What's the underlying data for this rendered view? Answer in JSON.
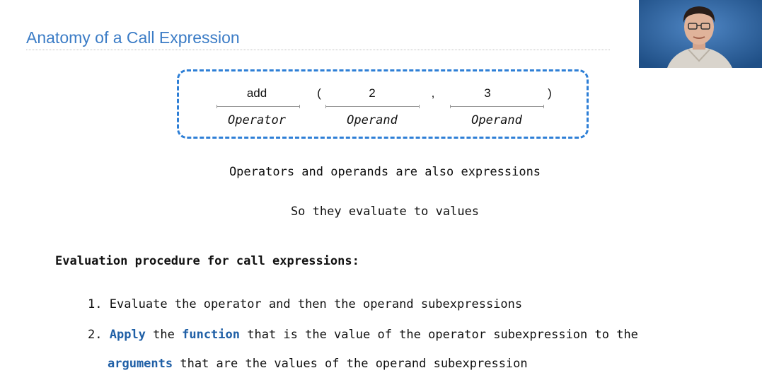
{
  "slide": {
    "title": "Anatomy of a Call Expression"
  },
  "call_expression": {
    "operator_token": "add",
    "open_paren": "(",
    "operand1_token": "2",
    "comma": ",",
    "operand2_token": "3",
    "close_paren": ")",
    "operator_label": "Operator",
    "operand1_label": "Operand",
    "operand2_label": "Operand"
  },
  "notes": {
    "line1": "Operators and operands are also expressions",
    "line2": "So they evaluate to values"
  },
  "procedure": {
    "heading": "Evaluation procedure for call expressions:",
    "step1": {
      "number": "1.",
      "text": "Evaluate the operator and then the operand subexpressions"
    },
    "step2": {
      "number": "2.",
      "kw1": "Apply",
      "text1": " the ",
      "kw2": "function",
      "text2": " that is the value of the operator subexpression to the",
      "kw3": "arguments",
      "text3": " that are the values of the operand subexpression"
    }
  },
  "colors": {
    "title": "#3b7cc6",
    "box_border": "#2e7fd6",
    "keyword": "#1f5fa6"
  }
}
